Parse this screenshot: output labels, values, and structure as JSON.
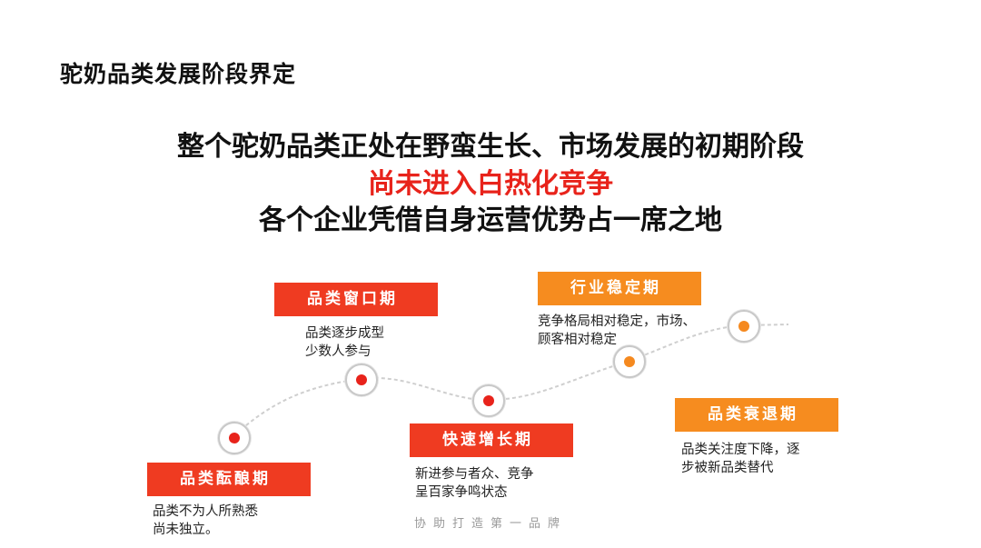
{
  "page_title": "驼奶品类发展阶段界定",
  "headline": {
    "line1": "整个驼奶品类正处在野蛮生长、市场发展的初期阶段",
    "line2": "尚未进入白热化竞争",
    "line3": "各个企业凭借自身运营优势占一席之地"
  },
  "stages": [
    {
      "name": "品类酝酿期",
      "desc_line1": "品类不为人所熟悉",
      "desc_line2": "尚未独立。"
    },
    {
      "name": "品类窗口期",
      "desc_line1": "品类逐步成型",
      "desc_line2": "少数人参与"
    },
    {
      "name": "快速增长期",
      "desc_line1": "新进参与者众、竞争",
      "desc_line2": "呈百家争鸣状态"
    },
    {
      "name": "行业稳定期",
      "desc_line1": "竞争格局相对稳定，市场、",
      "desc_line2": "顾客相对稳定"
    },
    {
      "name": "品类衰退期",
      "desc_line1": "品类关注度下降，逐",
      "desc_line2": "步被新品类替代"
    }
  ],
  "footer": "协助打造第一品牌",
  "colors": {
    "red": "#e8231b",
    "orange": "#f68c1f",
    "node_border": "#c8c8c8"
  }
}
